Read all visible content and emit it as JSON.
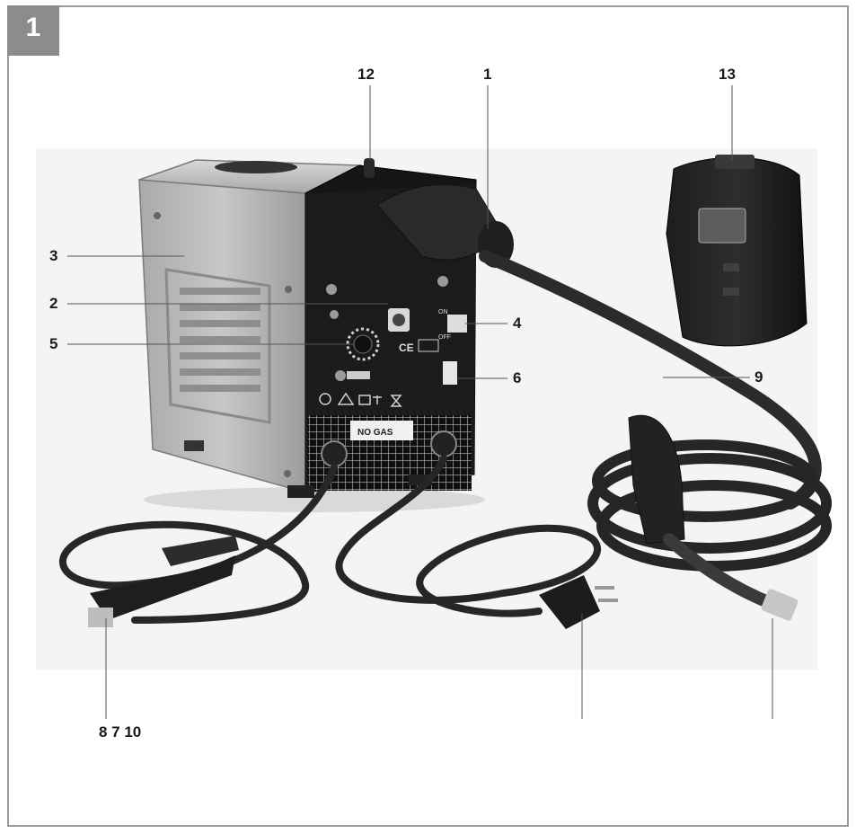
{
  "figure": {
    "number": "1"
  },
  "callouts": [
    {
      "id": "12",
      "text": "12"
    },
    {
      "id": "1",
      "text": "1"
    },
    {
      "id": "13",
      "text": "13"
    },
    {
      "id": "3",
      "text": "3"
    },
    {
      "id": "2",
      "text": "2"
    },
    {
      "id": "5",
      "text": "5"
    },
    {
      "id": "4",
      "text": "4"
    },
    {
      "id": "6",
      "text": "6"
    },
    {
      "id": "9",
      "text": "9"
    },
    {
      "id": "8-7-10",
      "text": "8 7 10"
    }
  ],
  "device_labels": {
    "on": "ON",
    "off": "OFF",
    "ce": "CE",
    "no_gas": "NO GAS"
  },
  "colors": {
    "frame": "#9a9a9a",
    "tab": "#8c8c8c",
    "housing": "#b8b8b8",
    "panel": "#151515",
    "cable": "#2b2b2b"
  }
}
